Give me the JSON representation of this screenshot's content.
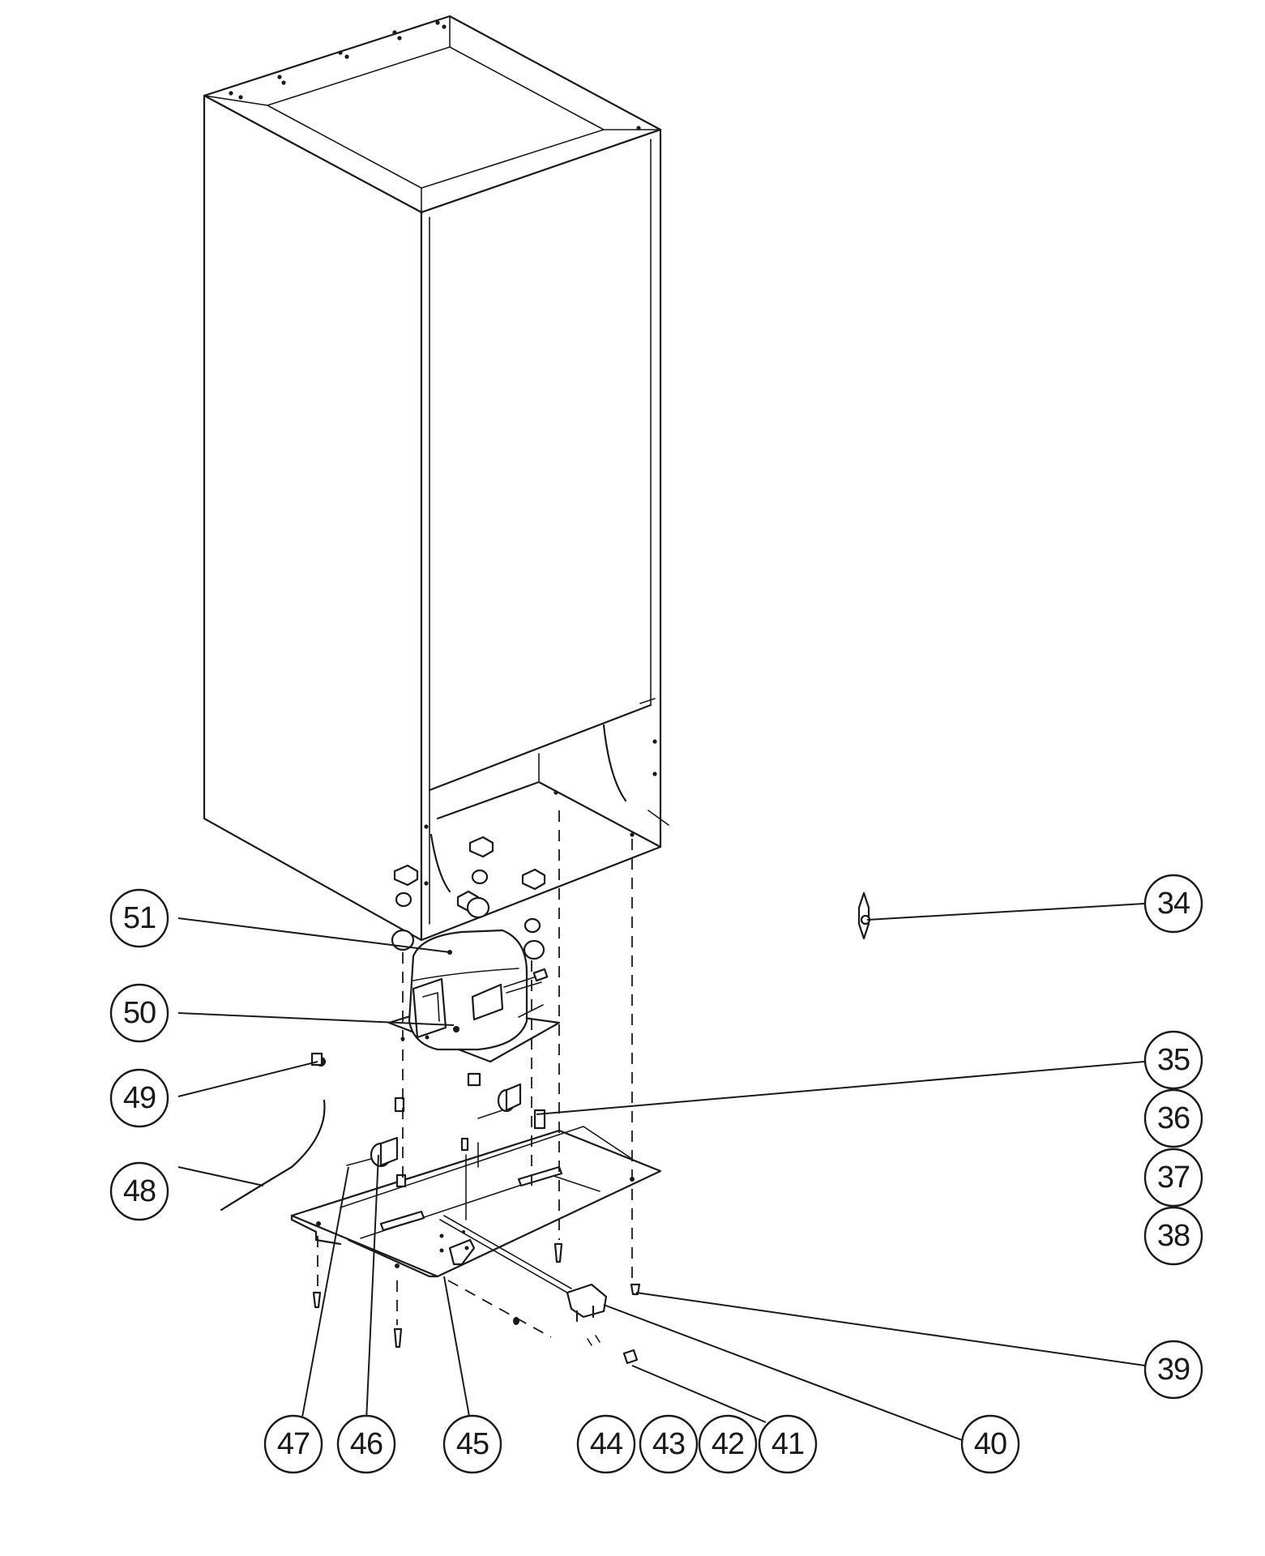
{
  "callouts": [
    {
      "id": "34",
      "label": "34"
    },
    {
      "id": "35",
      "label": "35"
    },
    {
      "id": "36",
      "label": "36"
    },
    {
      "id": "37",
      "label": "37"
    },
    {
      "id": "38",
      "label": "38"
    },
    {
      "id": "39",
      "label": "39"
    },
    {
      "id": "40",
      "label": "40"
    },
    {
      "id": "41",
      "label": "41"
    },
    {
      "id": "42",
      "label": "42"
    },
    {
      "id": "43",
      "label": "43"
    },
    {
      "id": "44",
      "label": "44"
    },
    {
      "id": "45",
      "label": "45"
    },
    {
      "id": "46",
      "label": "46"
    },
    {
      "id": "47",
      "label": "47"
    },
    {
      "id": "48",
      "label": "48"
    },
    {
      "id": "49",
      "label": "49"
    },
    {
      "id": "50",
      "label": "50"
    },
    {
      "id": "51",
      "label": "51"
    }
  ]
}
